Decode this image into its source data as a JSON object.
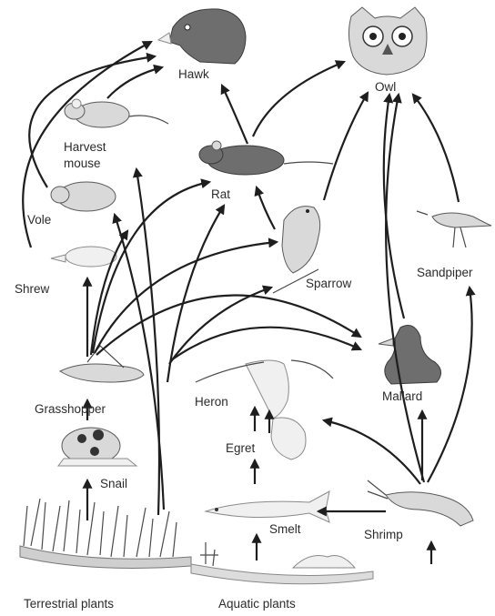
{
  "labels": {
    "hawk": "Hawk",
    "owl": "Owl",
    "harvest_mouse_line1": "Harvest",
    "harvest_mouse_line2": "mouse",
    "rat": "Rat",
    "vole": "Vole",
    "sparrow": "Sparrow",
    "sandpiper": "Sandpiper",
    "shrew": "Shrew",
    "mallard": "Mallard",
    "grasshopper": "Grasshopper",
    "heron": "Heron",
    "egret": "Egret",
    "snail": "Snail",
    "smelt": "Smelt",
    "shrimp": "Shrimp",
    "terrestrial_plants": "Terrestrial plants",
    "aquatic_plants": "Aquatic plants"
  },
  "icons": {
    "hawk": "hawk-head-illustration",
    "owl": "owl-head-illustration",
    "harvest_mouse": "mouse-illustration",
    "rat": "rat-illustration",
    "vole": "vole-illustration",
    "sparrow": "sparrow-illustration",
    "sandpiper": "sandpiper-illustration",
    "shrew": "shrew-illustration",
    "mallard": "mallard-illustration",
    "grasshopper": "grasshopper-illustration",
    "heron": "heron-illustration",
    "egret": "egret-illustration",
    "snail": "snail-illustration",
    "smelt": "fish-illustration",
    "shrimp": "shrimp-illustration",
    "terrestrial_plants": "grass-illustration",
    "aquatic_plants": "water-plants-illustration"
  }
}
